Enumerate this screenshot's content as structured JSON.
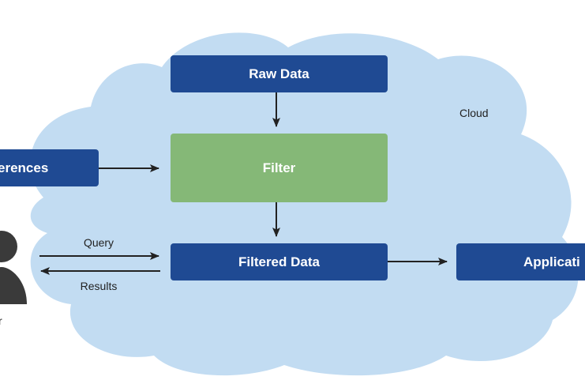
{
  "diagram": {
    "cloud_label": "Cloud",
    "nodes": {
      "raw_data": "Raw Data",
      "filter": "Filter",
      "filtered_data": "Filtered Data",
      "preferences": "erences",
      "applications": "Applicati",
      "user": "r"
    },
    "edges": {
      "query": "Query",
      "results": "Results"
    },
    "colors": {
      "cloud": "#c2dcf2",
      "box_blue": "#1f4a93",
      "box_green": "#85b877",
      "arrow": "#222222",
      "user_icon": "#3a3a3a"
    }
  }
}
